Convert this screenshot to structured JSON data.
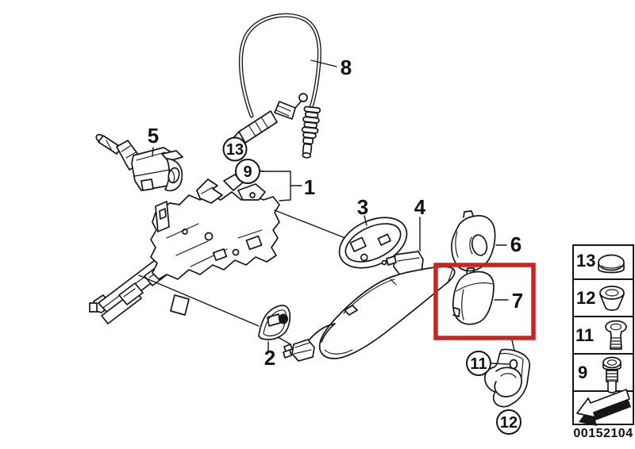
{
  "diagram": {
    "kind": "parts-diagram",
    "highlight_color": "#cc2222",
    "labels": {
      "l1": "1",
      "l2": "2",
      "l3": "3",
      "l4": "4",
      "l5": "5",
      "l6": "6",
      "l7": "7",
      "l8": "8"
    },
    "callouts": {
      "c9": "9",
      "c11": "11",
      "c12": "12",
      "c13": "13"
    },
    "legend": {
      "items": [
        {
          "label": "13",
          "icon": "sealing-grommet-icon"
        },
        {
          "label": "12",
          "icon": "blind-plug-icon"
        },
        {
          "label": "11",
          "icon": "countersunk-screw-icon"
        },
        {
          "label": "9",
          "icon": "fillister-head-screw-icon"
        }
      ],
      "arrow_icon": "direction-arrow-icon",
      "code": "00152104"
    }
  }
}
